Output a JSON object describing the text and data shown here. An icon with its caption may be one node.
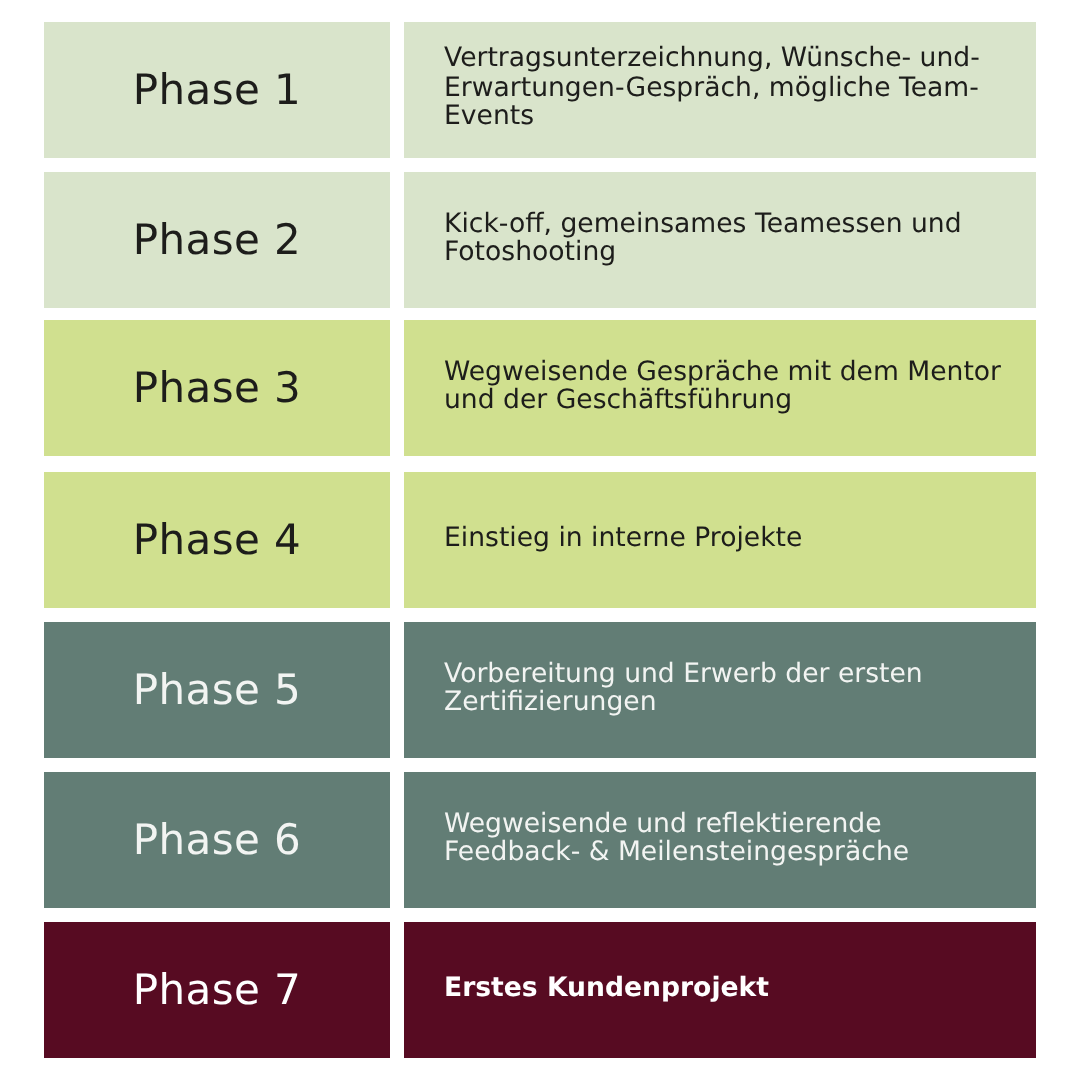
{
  "diagram": {
    "nodes": [
      {
        "text": [
          "Phase 1"
        ]
      },
      {
        "text": [
          "Vertragsunterzeichnung, Wünsche- und- Erwartungen-Gespräch, mögliche Team-Events"
        ]
      },
      {
        "text": [
          "Phase 2"
        ]
      },
      {
        "text": [
          "Kick-off, gemeinsames Teamessen und Fotoshooting"
        ]
      },
      {
        "text": [
          "Phase 3"
        ]
      },
      {
        "text": [
          "Wegweisende Gespräche mit dem Mentor und der Geschäftsführung"
        ]
      },
      {
        "text": [
          "Phase 4"
        ]
      },
      {
        "text": [
          "Einstieg in interne Projekte"
        ]
      },
      {
        "text": [
          "Phase 5"
        ]
      },
      {
        "text": [
          "Vorbereitung und Erwerb der ersten Zertifizierungen"
        ]
      },
      {
        "text": [
          "Phase 6"
        ]
      },
      {
        "text": [
          "Wegweisende und reflektierende Feedback- & Meilensteingespräche"
        ]
      },
      {
        "text": [
          "Phase 7"
        ]
      },
      {
        "text": [
          "Erstes Kundenprojekt"
        ]
      }
    ]
  }
}
